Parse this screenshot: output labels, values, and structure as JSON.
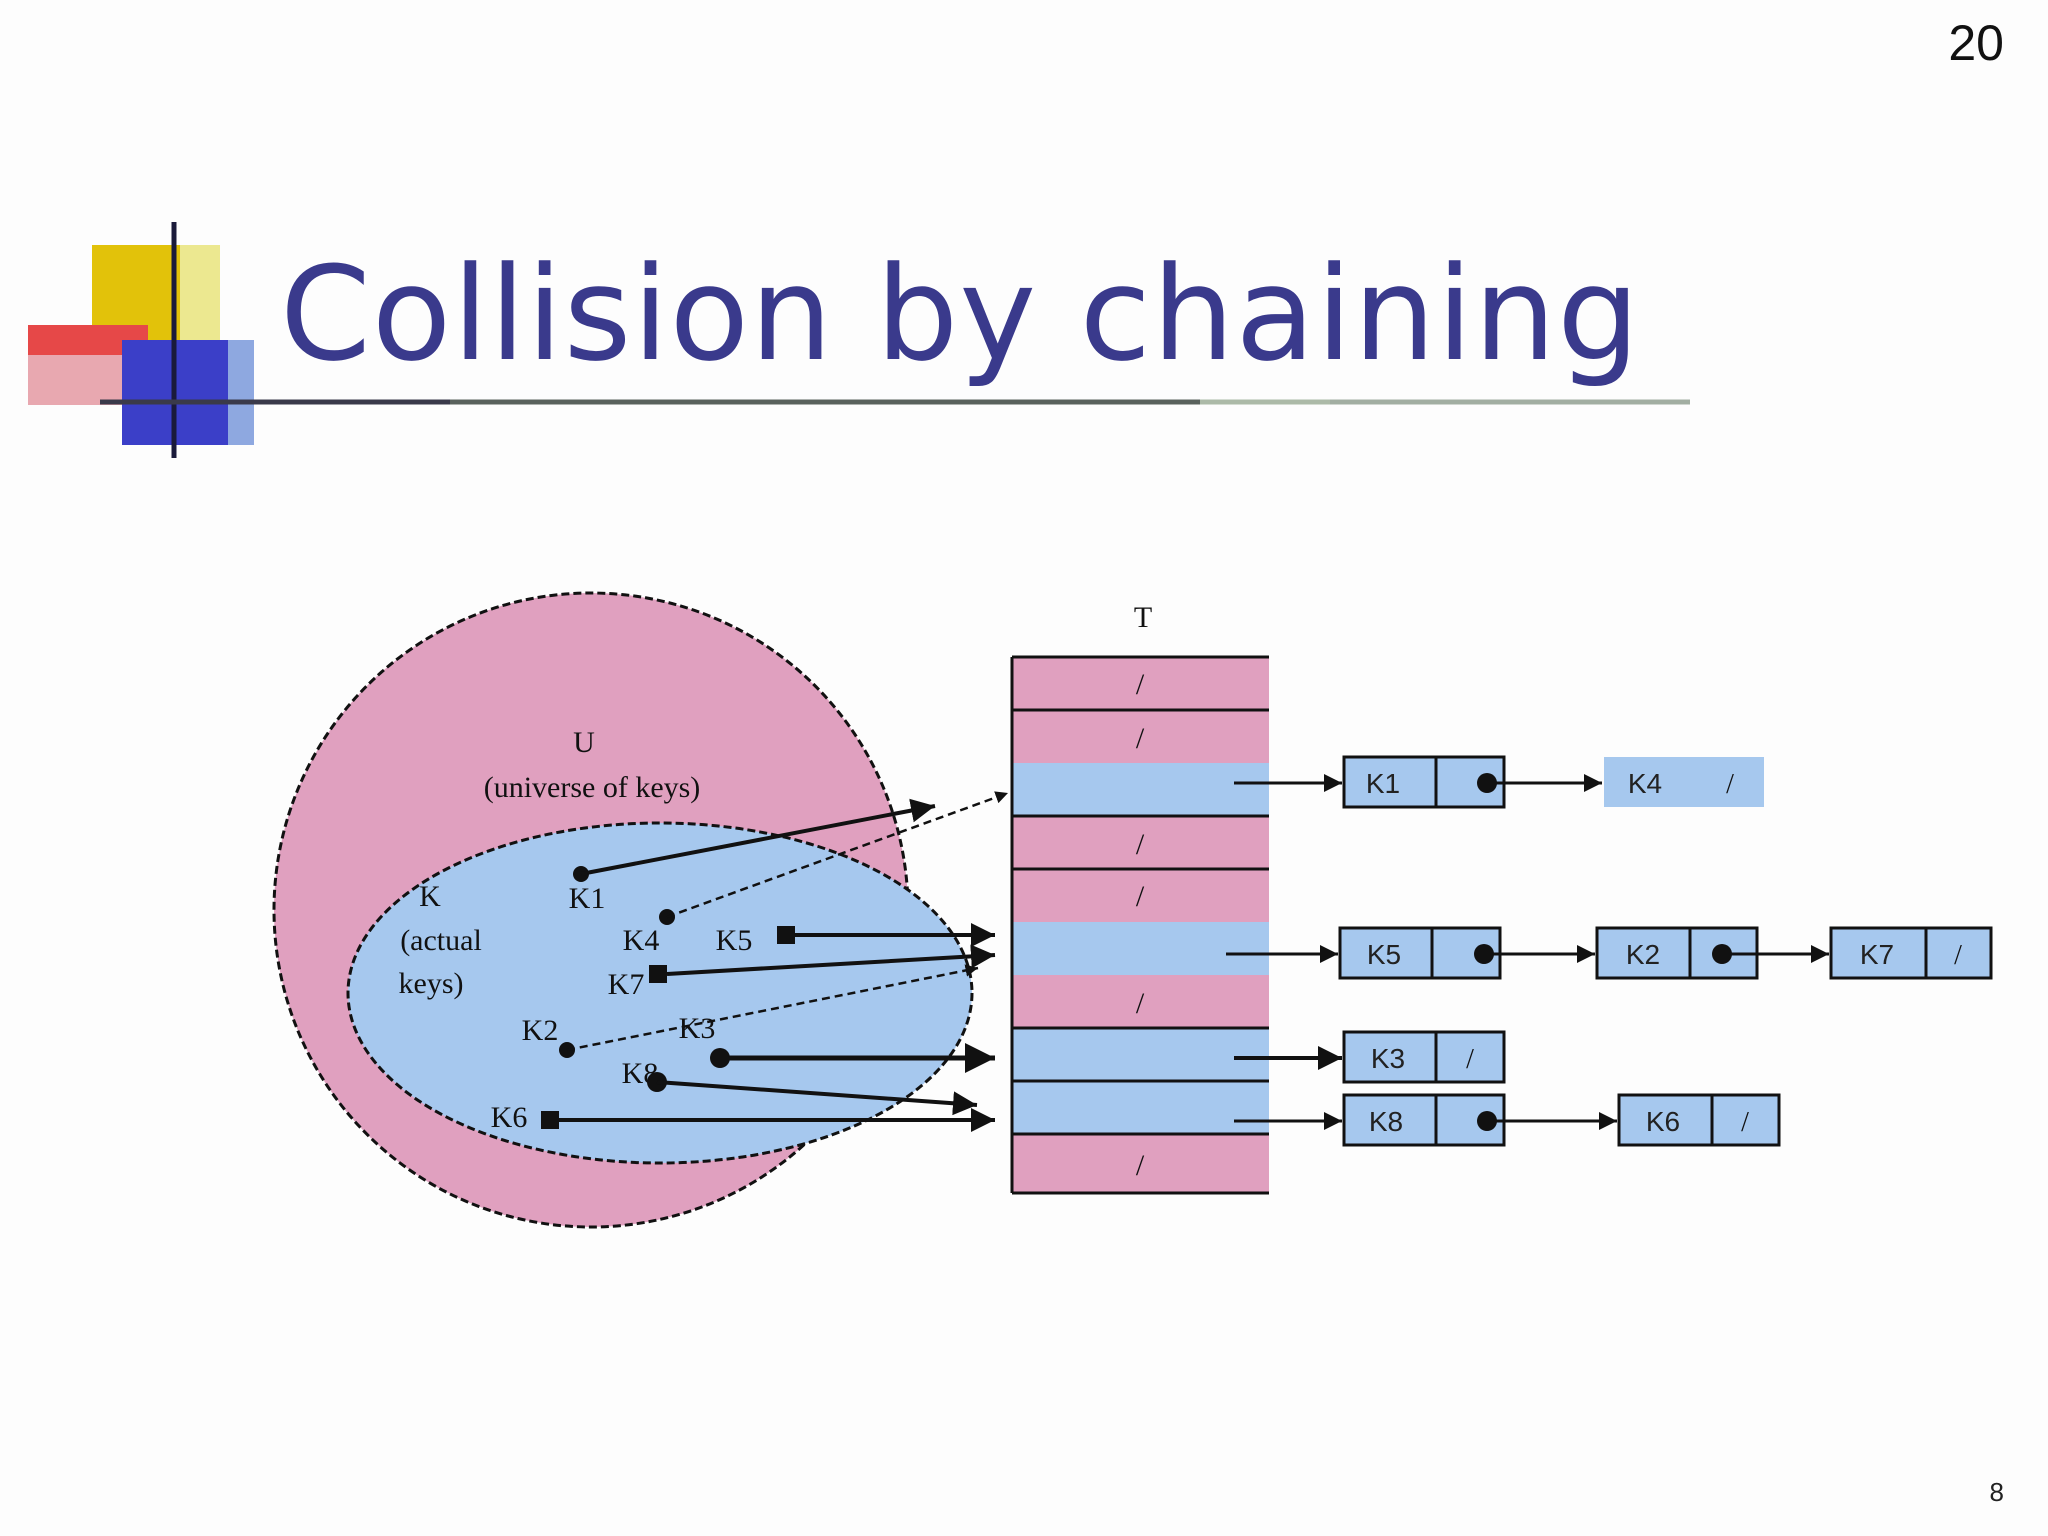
{
  "slide": {
    "number_top": "20",
    "number_bottom": "8",
    "title": "Collision by chaining"
  },
  "diagram": {
    "universe_label": "U",
    "universe_sub": "(universe of keys)",
    "actual_label": "K",
    "actual_sub1": "(actual",
    "actual_sub2": "keys)",
    "table_label": "T",
    "null_symbol": "/",
    "keys": {
      "k1": "K1",
      "k4": "K4",
      "k5": "K5",
      "k7": "K7",
      "k2": "K2",
      "k3": "K3",
      "k8": "K8",
      "k6": "K6"
    },
    "chains": {
      "row2": [
        "K1",
        "K4"
      ],
      "row5": [
        "K5",
        "K2",
        "K7"
      ],
      "row7": [
        "K3"
      ],
      "row8": [
        "K8",
        "K6"
      ]
    },
    "colors": {
      "pink": "#e0a0bf",
      "blue": "#a6c8ee",
      "title": "#3a3a8c"
    }
  }
}
